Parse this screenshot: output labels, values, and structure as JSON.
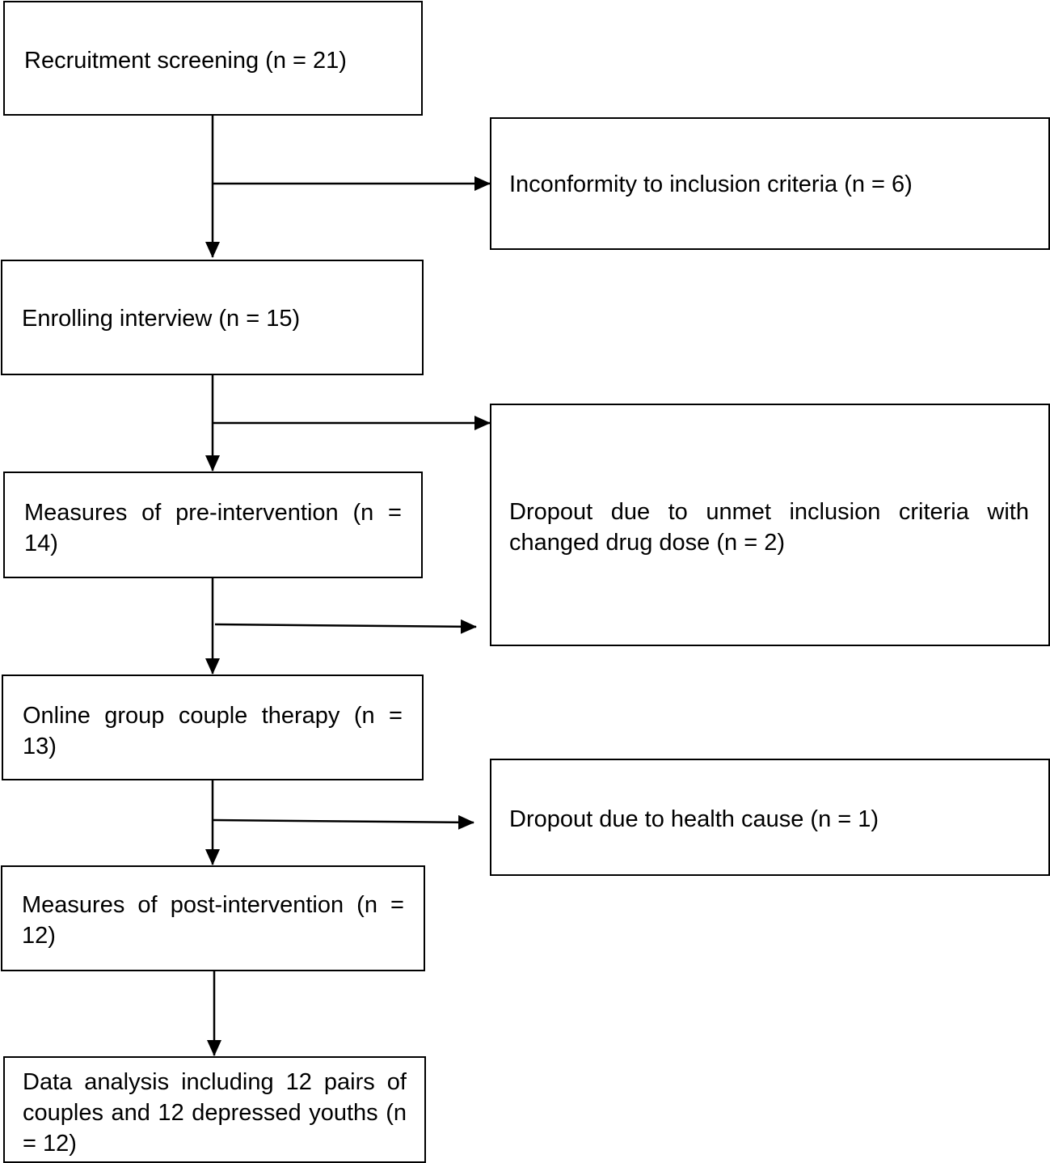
{
  "flowchart": {
    "main_steps": [
      {
        "id": "recruitment",
        "text": "Recruitment screening (n = 21)"
      },
      {
        "id": "enrolling",
        "text": "Enrolling interview (n = 15)"
      },
      {
        "id": "pre-intervention",
        "text": "Measures of pre-intervention (n = 14)"
      },
      {
        "id": "therapy",
        "text": "Online group couple therapy (n = 13)"
      },
      {
        "id": "post-intervention",
        "text": "Measures of post-intervention (n = 12)"
      },
      {
        "id": "analysis",
        "text": "Data analysis including 12 pairs of couples and 12 depressed youths (n = 12)"
      }
    ],
    "exclusions": [
      {
        "id": "inconformity",
        "text": "Inconformity to inclusion criteria (n = 6)"
      },
      {
        "id": "dropout-drug",
        "text": "Dropout due to unmet inclusion criteria with changed drug dose (n = 2)"
      },
      {
        "id": "dropout-health",
        "text": "Dropout due to health cause (n = 1)"
      }
    ]
  }
}
